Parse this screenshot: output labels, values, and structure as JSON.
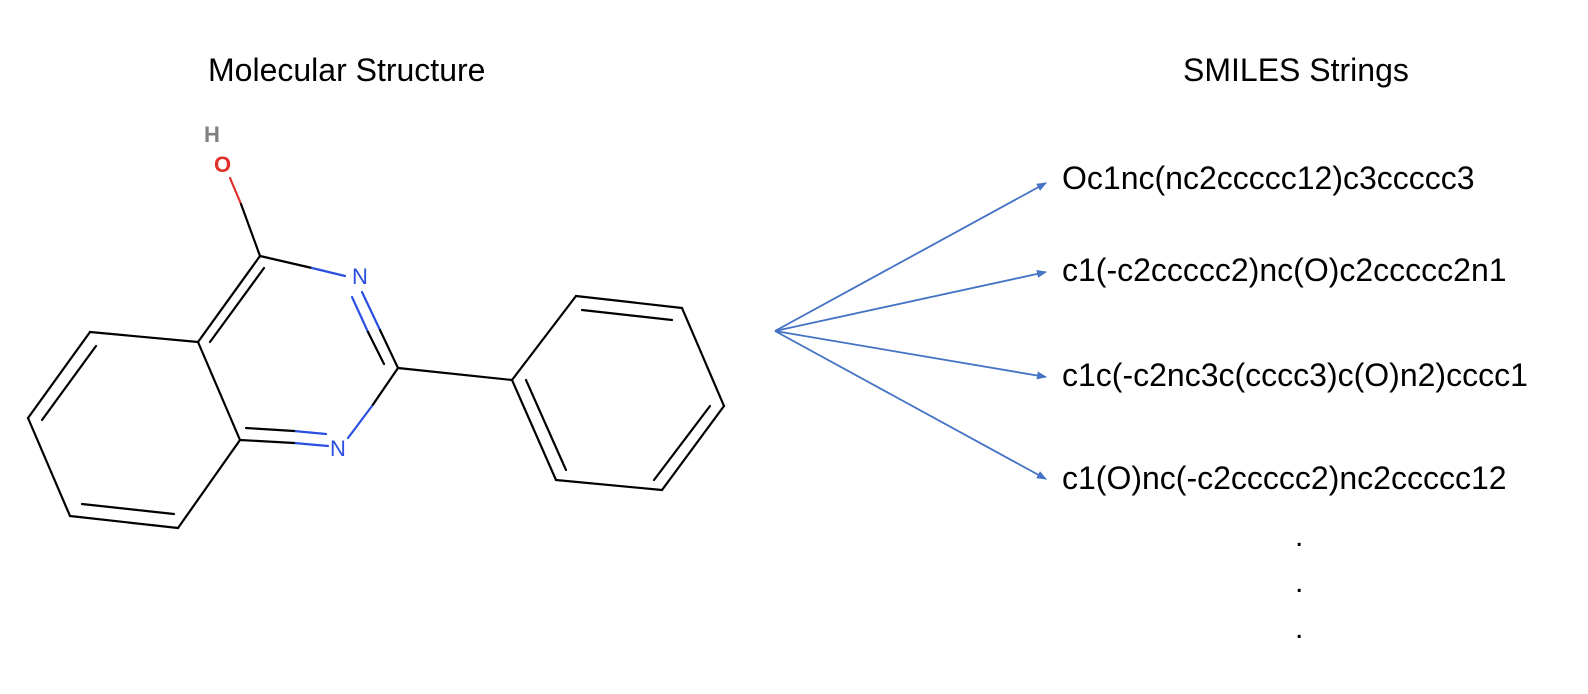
{
  "headings": {
    "structure": "Molecular Structure",
    "smiles": "SMILES Strings"
  },
  "atoms": {
    "hydrogen": "H",
    "oxygen": "O",
    "nitrogen_top": "N",
    "nitrogen_bottom": "N"
  },
  "colors": {
    "bond": "#000000",
    "oxygen": "#e0302a",
    "nitrogen": "#2b4fe0",
    "hydrogen": "#808080",
    "arrow": "#4472c4"
  },
  "smiles": [
    "Oc1nc(nc2ccccc12)c3ccccc3",
    "c1(-c2ccccc2)nc(O)c2ccccc2n1",
    "c1c(-c2nc3c(cccc3)c(O)n2)cccc1",
    "c1(O)nc(-c2ccccc2)nc2ccccc12"
  ],
  "ellipsis": [
    ".",
    ".",
    "."
  ]
}
